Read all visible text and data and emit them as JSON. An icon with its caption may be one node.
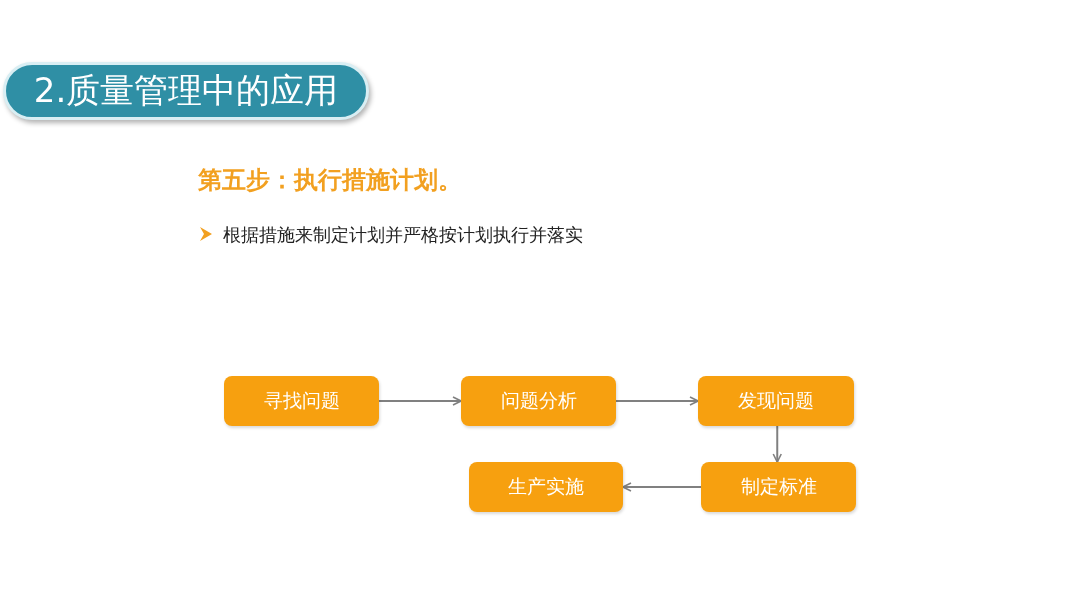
{
  "diagram": {
    "title": "2.质量管理中的应用",
    "nodes": [
      {
        "text": [
          "寻找问题"
        ]
      },
      {
        "text": [
          "问题分析"
        ]
      },
      {
        "text": [
          "发现问题"
        ]
      },
      {
        "text": [
          "生产实施"
        ]
      },
      {
        "text": [
          "制定标准"
        ]
      }
    ],
    "edges": [
      {
        "from": 0,
        "to": 1,
        "arrow": "to"
      },
      {
        "from": 1,
        "to": 2,
        "arrow": "to"
      },
      {
        "from": 2,
        "to": 4,
        "arrow": "to"
      },
      {
        "from": 4,
        "to": 3,
        "arrow": "to"
      }
    ],
    "labels": [
      "第五步：执行措施计划。",
      "根据措施来制定计划并严格按计划执行并落实"
    ]
  }
}
